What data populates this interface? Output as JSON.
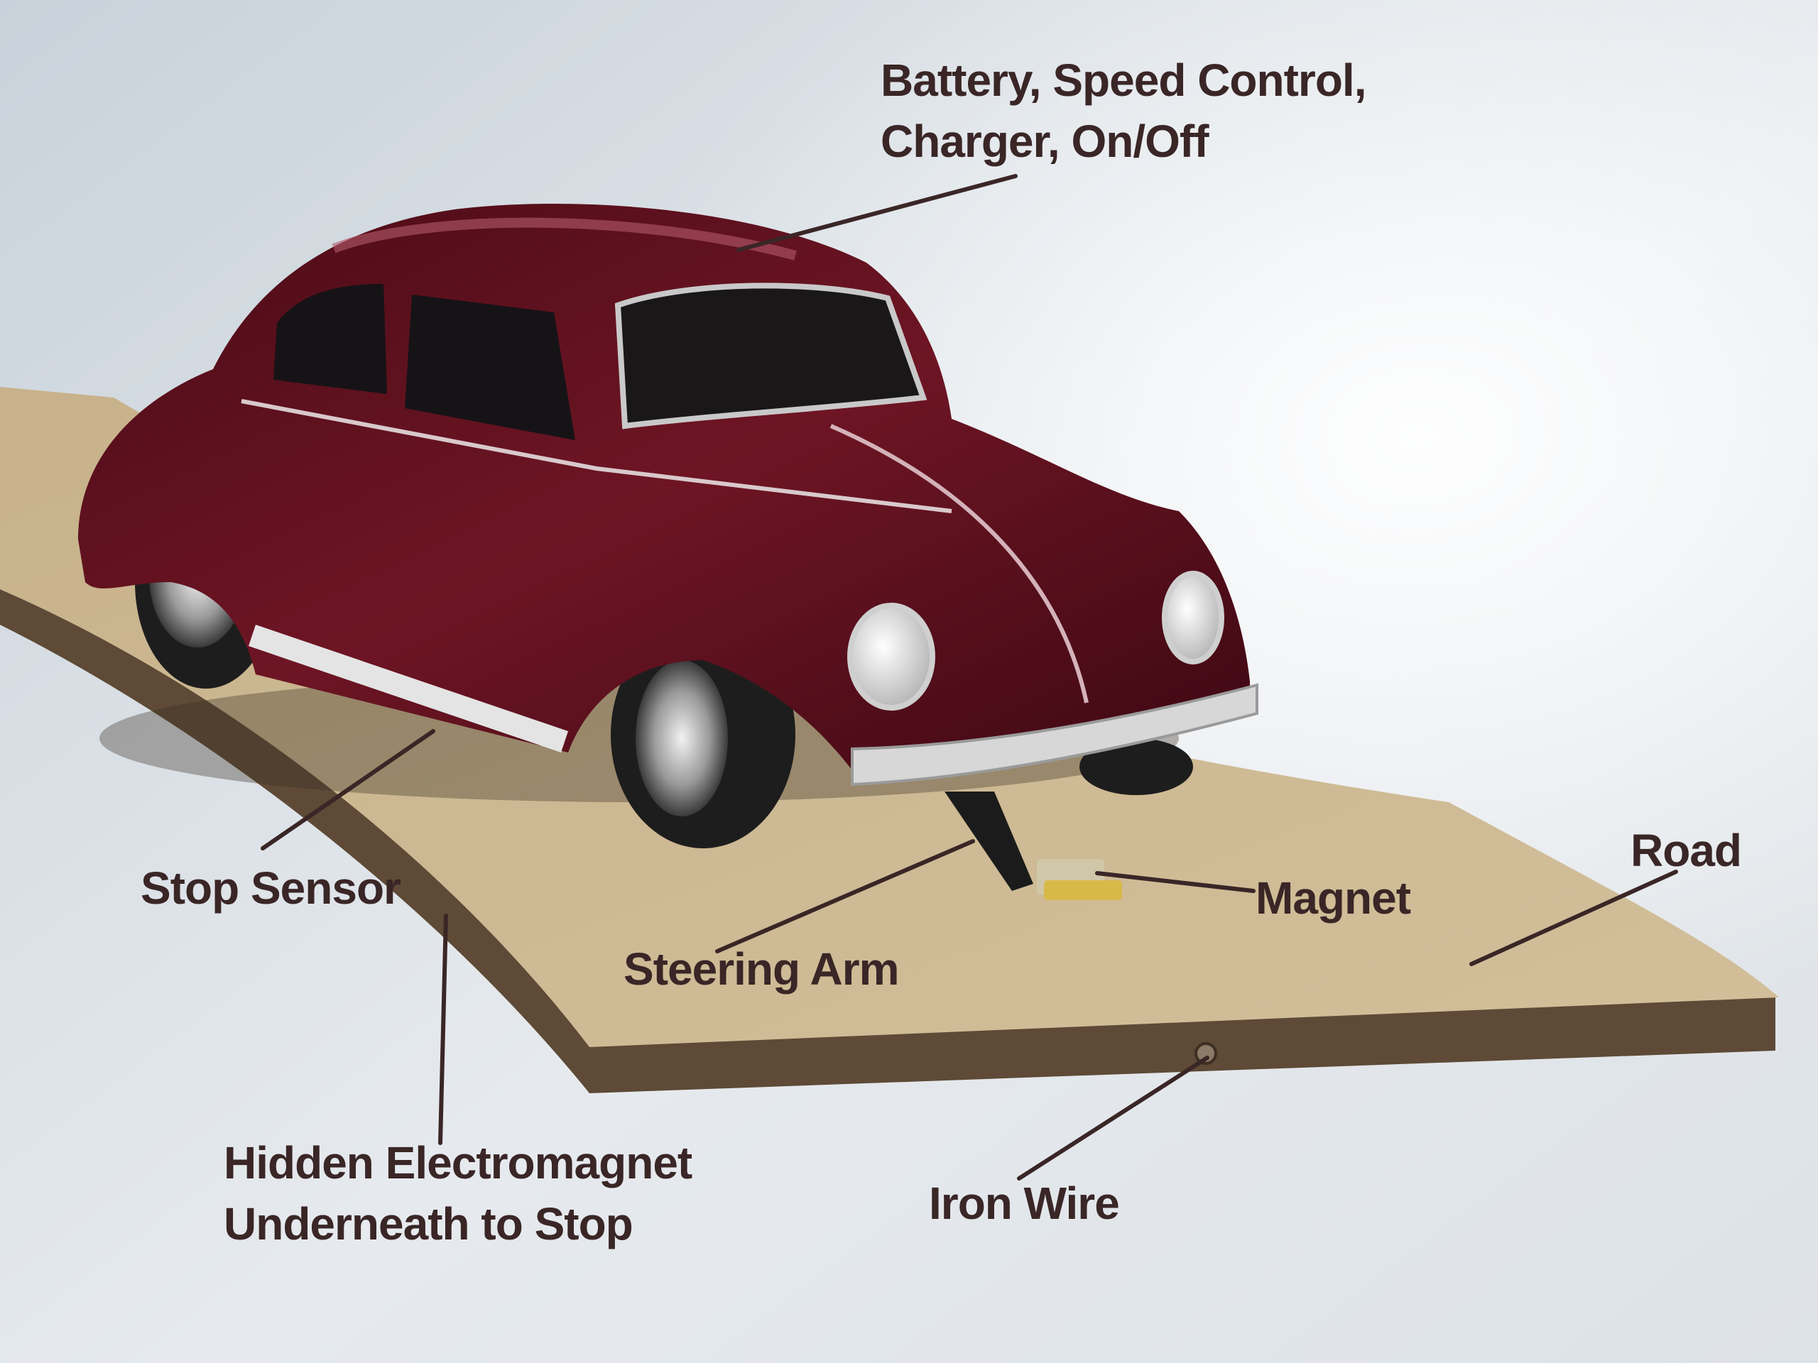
{
  "labels": {
    "battery": {
      "line1": "Battery, Speed Control,",
      "line2": "Charger, On/Off"
    },
    "stop_sensor": "Stop Sensor",
    "steering_arm": "Steering Arm",
    "magnet": "Magnet",
    "road": "Road",
    "hidden_electromagnet": {
      "line1": "Hidden Electromagnet",
      "line2": "Underneath to Stop"
    },
    "iron_wire": "Iron Wire"
  },
  "colors": {
    "label_text": "#3a2626",
    "leader_line": "#3a2626",
    "car_body": "#5a0f1c",
    "road_surface": "#cdb892",
    "road_edge": "#5e4a36",
    "background": "#d8dde2"
  }
}
